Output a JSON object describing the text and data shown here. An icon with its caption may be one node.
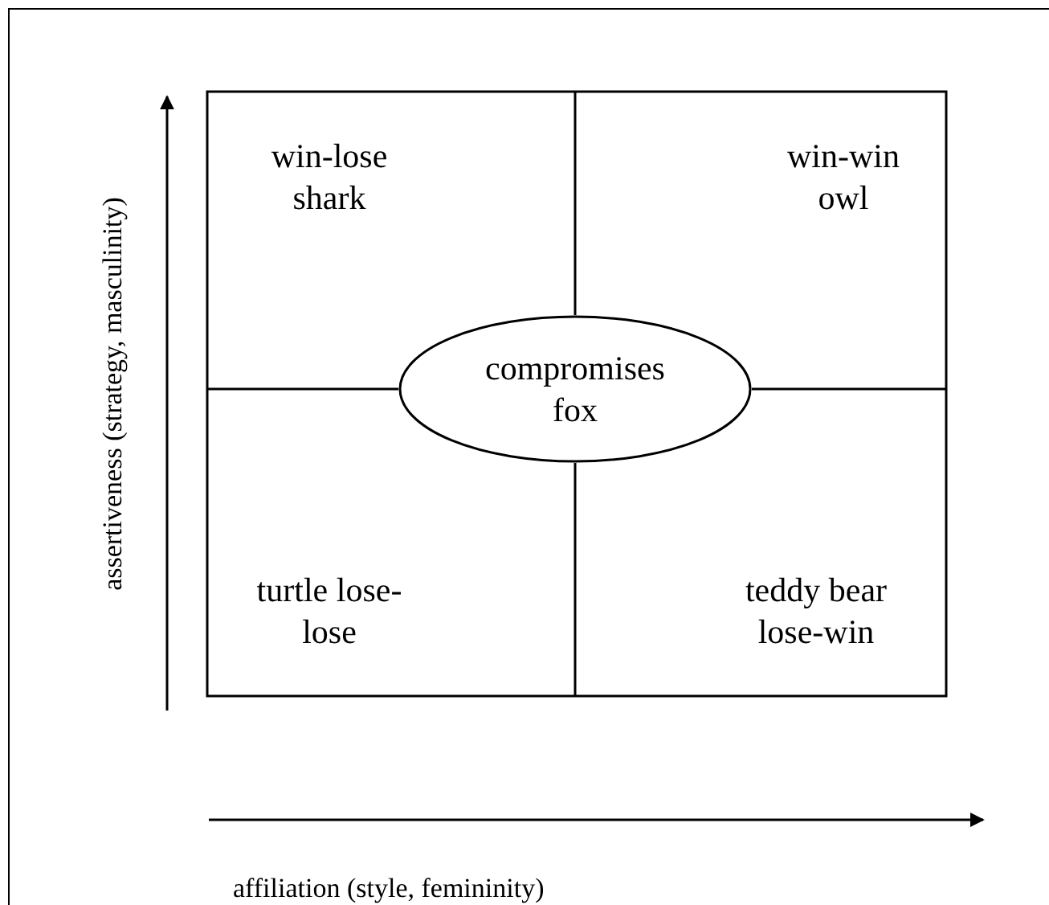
{
  "diagram": {
    "nodes": [
      {
        "text": [
          "win-lose shark"
        ]
      },
      {
        "text": [
          "win-win owl"
        ]
      },
      {
        "text": [
          "turtle lose-lose"
        ]
      },
      {
        "text": [
          "teddy bear lose-win"
        ]
      },
      {
        "text": [
          "compromises fox"
        ]
      }
    ],
    "labels": [
      "assertiveness (strategy, masculinity)",
      "affiliation (style, femininity)"
    ]
  }
}
